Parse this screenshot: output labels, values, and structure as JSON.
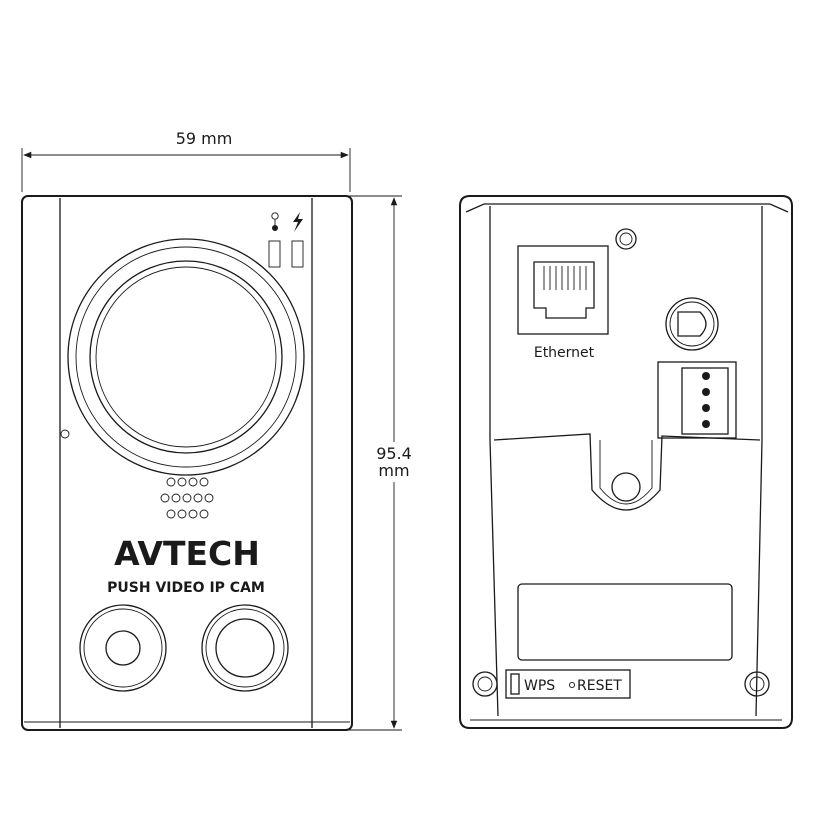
{
  "dimensions": {
    "width_label": "59 mm",
    "height_label_value": "95.4",
    "height_label_unit": "mm"
  },
  "front": {
    "brand": "AVTECH",
    "model": "PUSH VIDEO IP CAM",
    "indicator_icons": [
      "network-status-icon",
      "power-icon"
    ]
  },
  "back": {
    "port_label": "Ethernet",
    "wps_label": "WPS",
    "reset_label": "RESET"
  }
}
